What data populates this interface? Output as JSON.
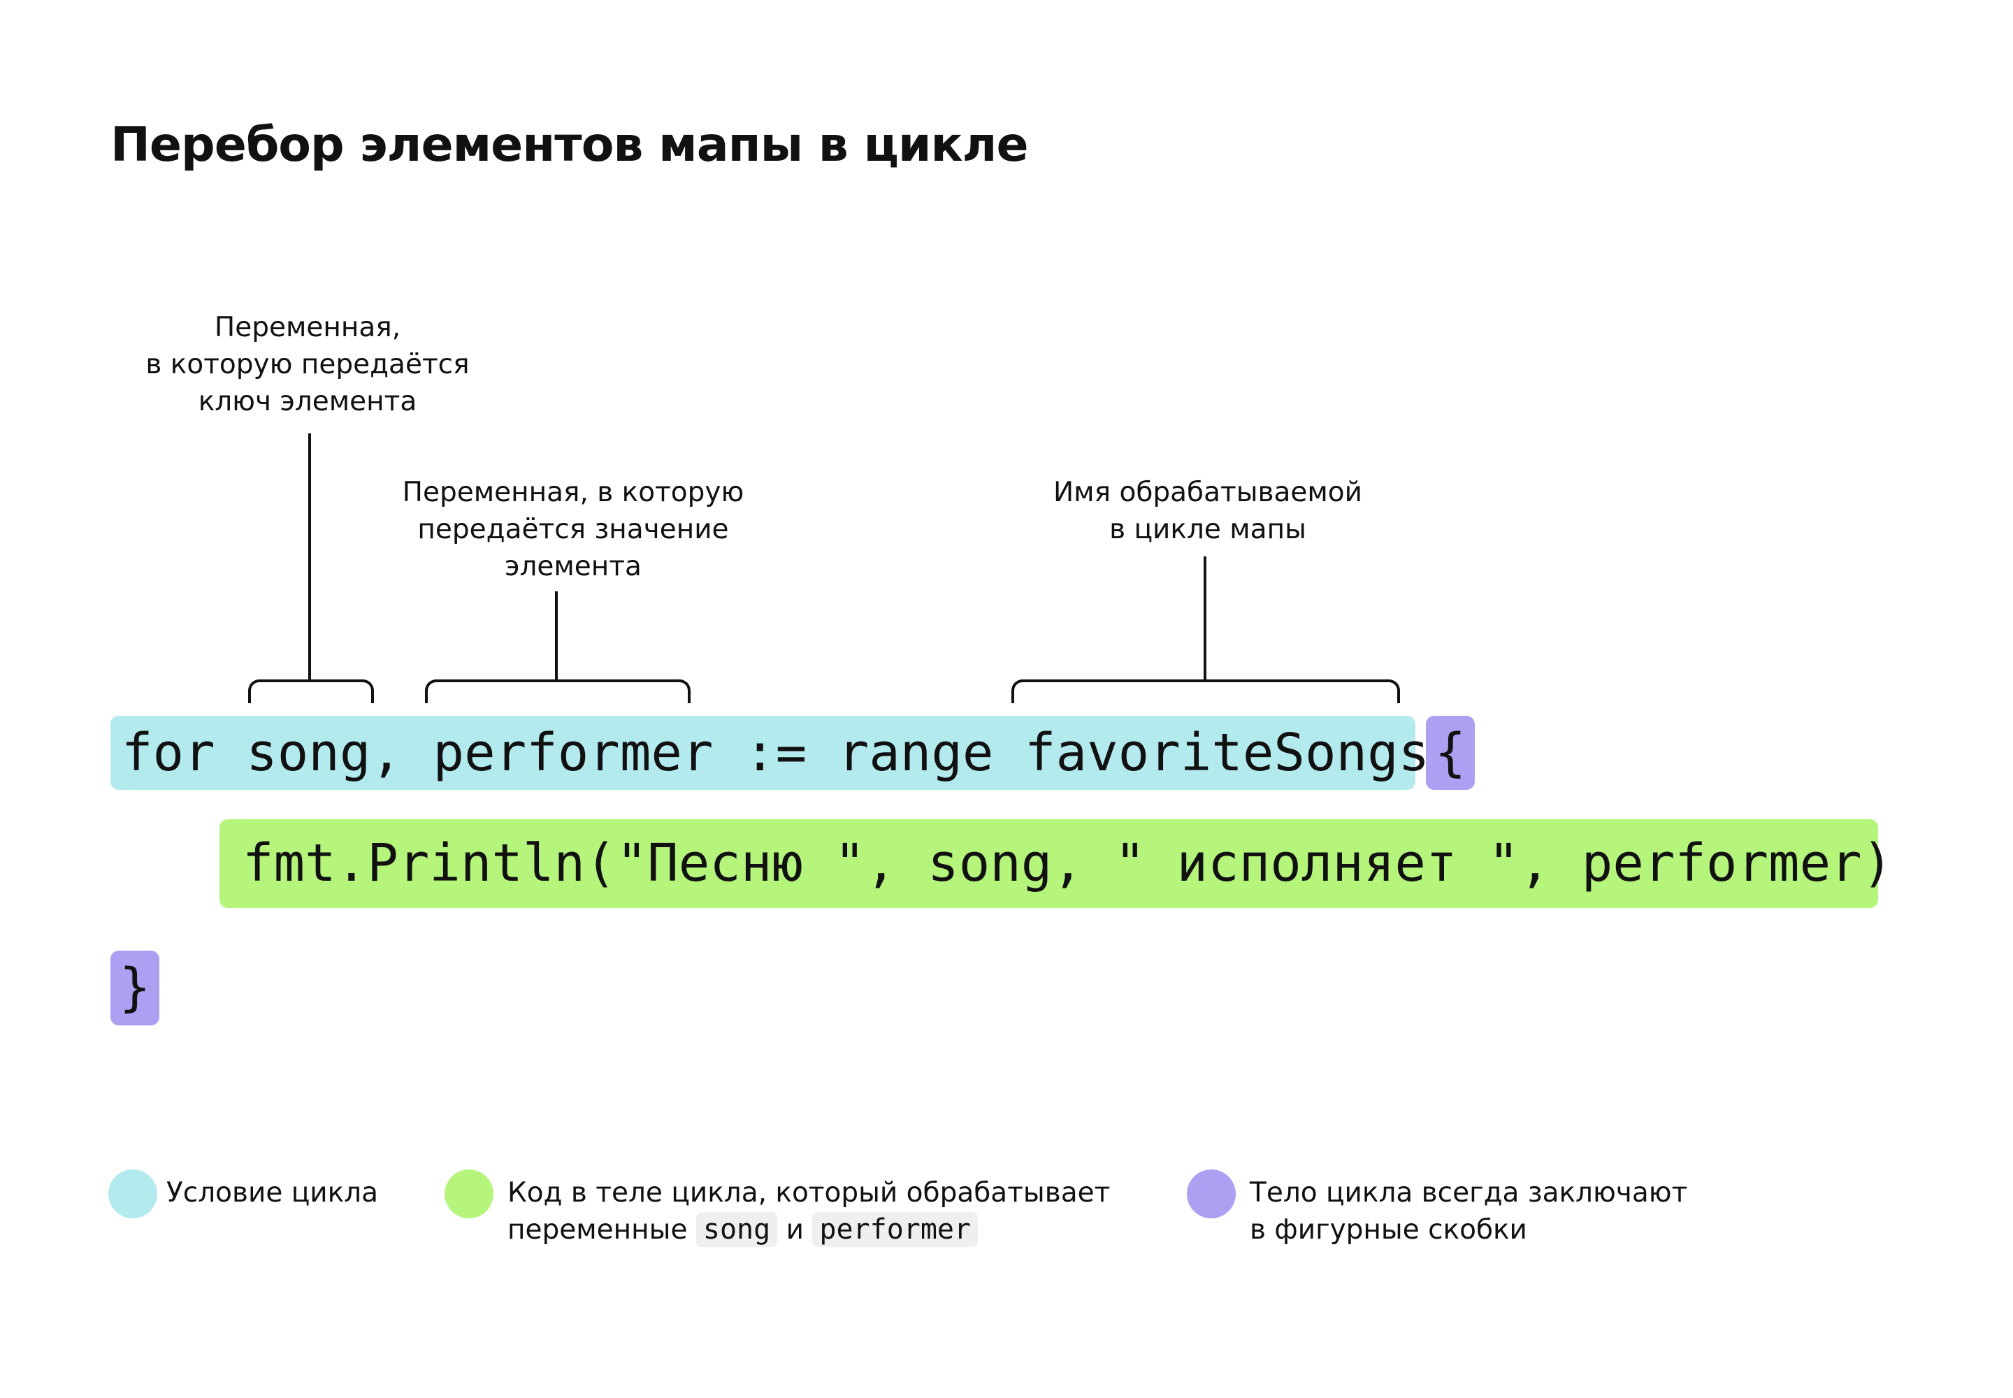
{
  "title": "Перебор элементов мапы в цикле",
  "annotations": {
    "key": [
      "Переменная,",
      "в которую передаётся",
      "ключ элемента"
    ],
    "value": [
      "Переменная, в которую",
      "передаётся значение",
      "элемента"
    ],
    "map": [
      "Имя обрабатываемой",
      "в цикле мапы"
    ]
  },
  "code": {
    "condition": "for song, performer := range favoriteSongs",
    "open_brace": "{",
    "body": "fmt.Println(\"Песню \", song, \" исполняет \", performer)",
    "close_brace": "}"
  },
  "legend": {
    "condition": {
      "label": "Условие цикла",
      "color": "#b3eaee"
    },
    "body": {
      "line1": "Код в теле цикла, который обрабатывает",
      "line2_prefix": "переменные",
      "var1": "song",
      "conj": "и",
      "var2": "performer",
      "color": "#b5f57c"
    },
    "braces": {
      "line1": "Тело цикла всегда заключают",
      "line2": "в фигурные скобки",
      "color": "#ad9ff1"
    }
  }
}
